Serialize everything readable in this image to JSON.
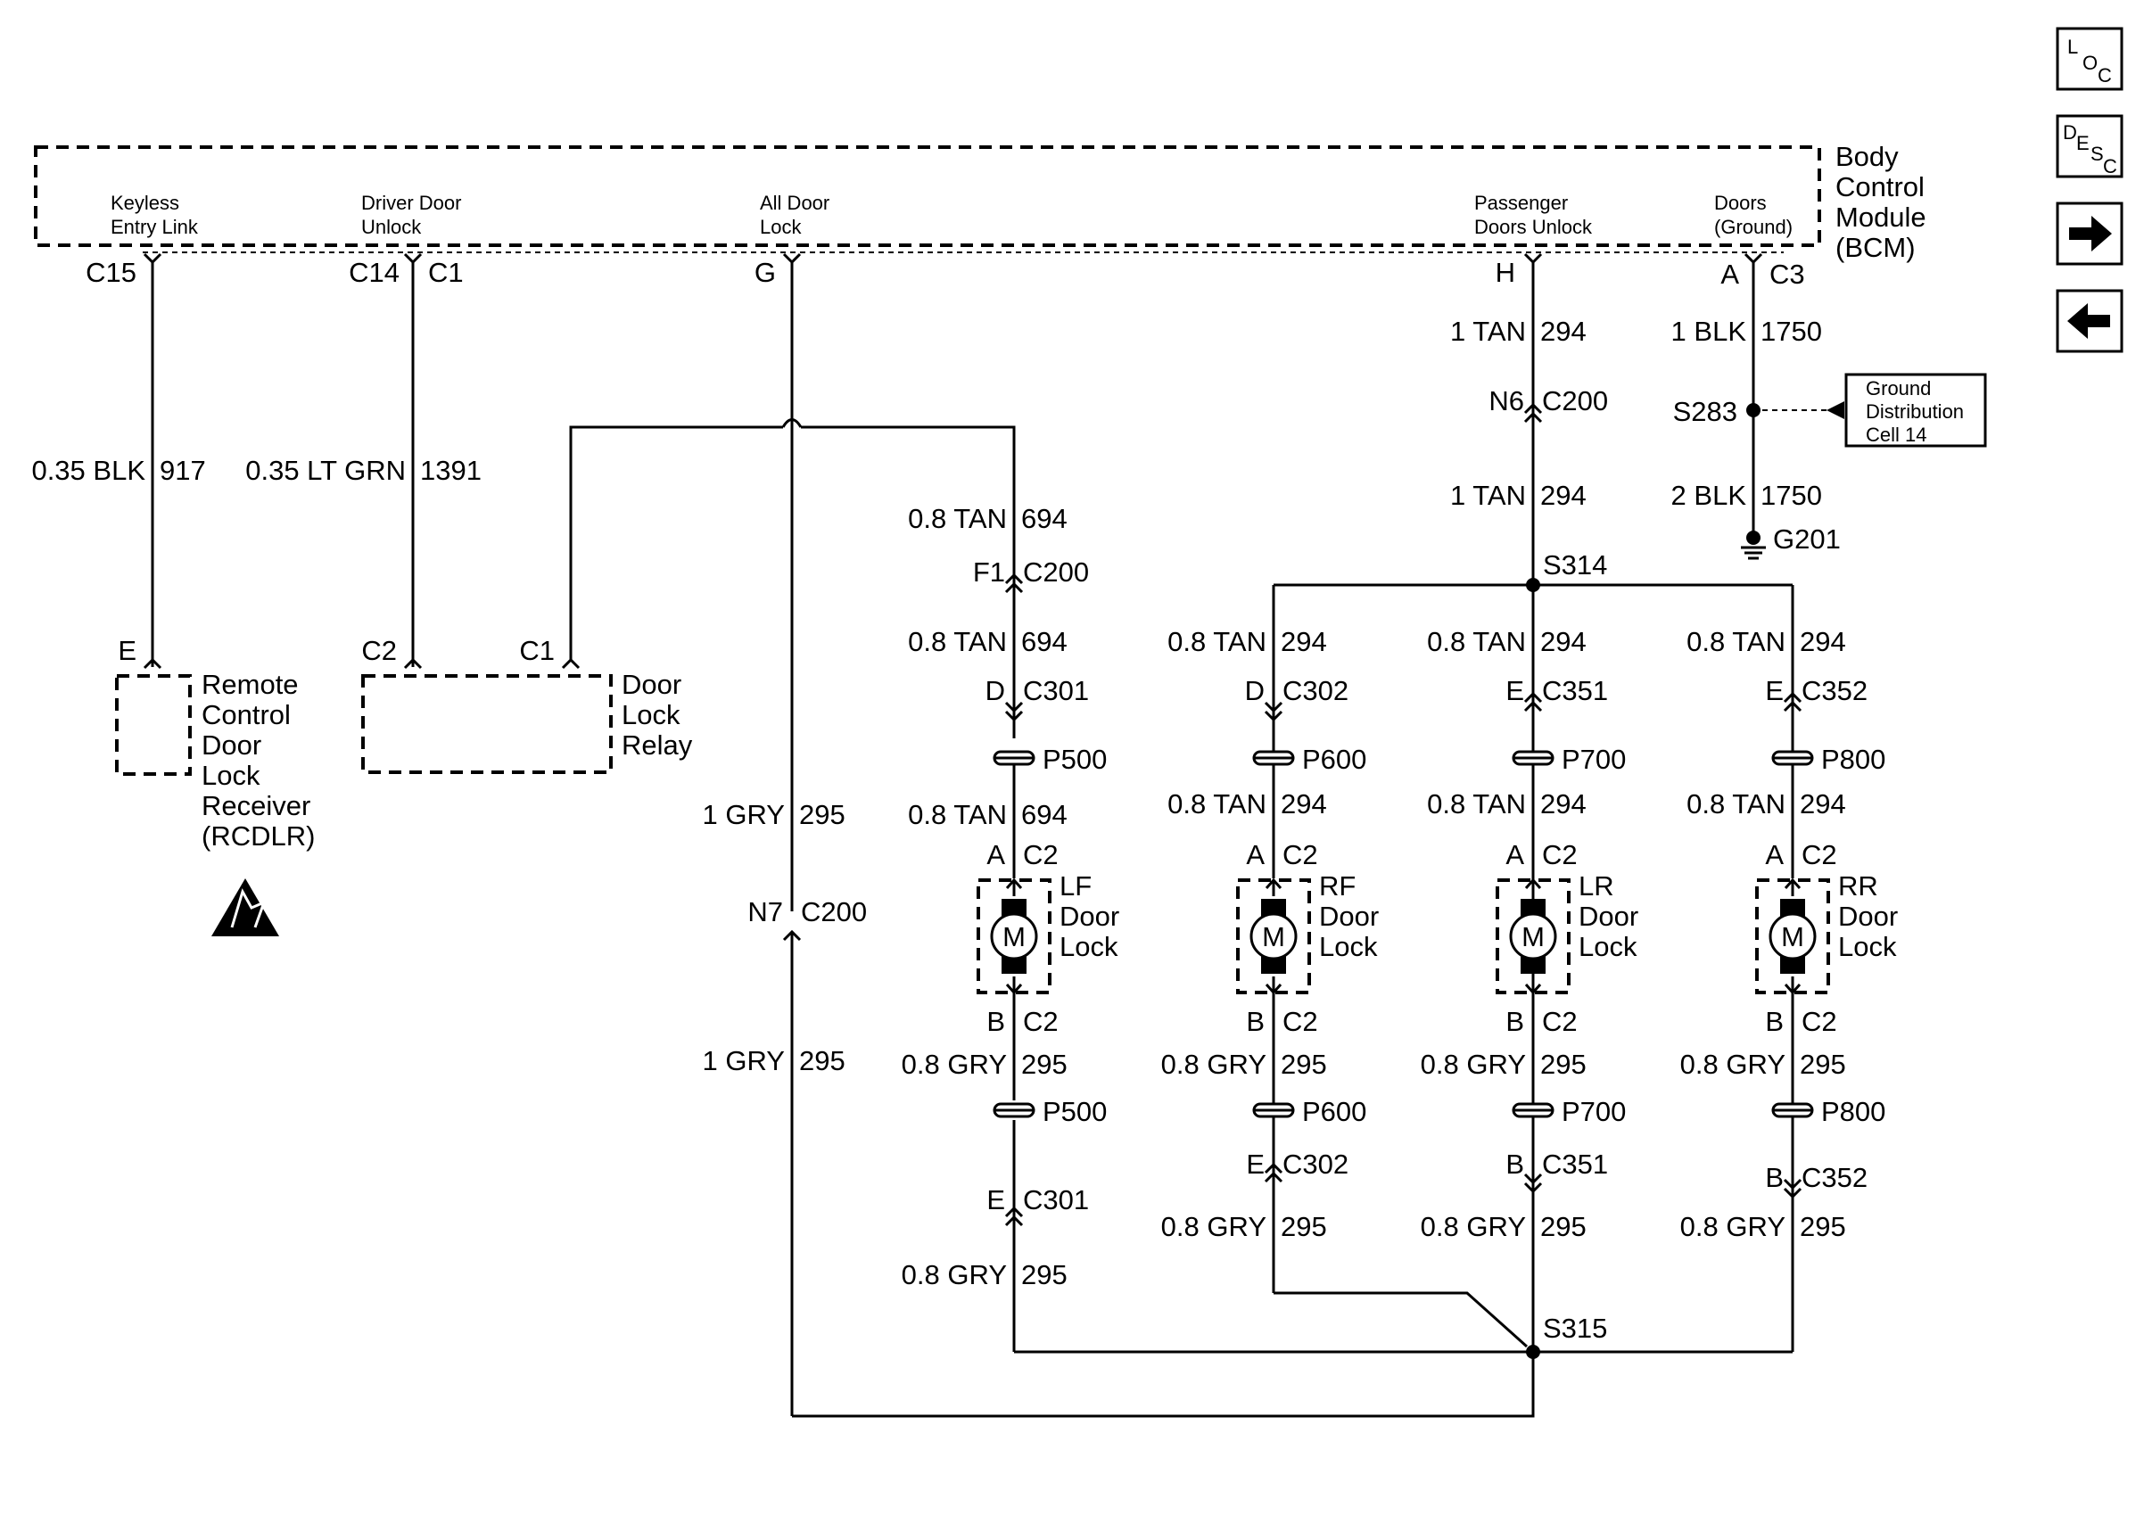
{
  "module": {
    "name_lines": [
      "Body",
      "Control",
      "Module",
      "(BCM)"
    ],
    "ports": {
      "keyless": [
        "Keyless",
        "Entry Link"
      ],
      "driver_unlock": [
        "Driver Door",
        "Unlock"
      ],
      "all_lock": [
        "All Door",
        "Lock"
      ],
      "passenger_unlock": [
        "Passenger",
        "Doors Unlock"
      ],
      "ground": [
        "Doors",
        "(Ground)"
      ]
    }
  },
  "nav": {
    "loc": {
      "main": "L",
      "sub": [
        "O",
        "C"
      ]
    },
    "desc": {
      "main": "D",
      "sub": [
        "E",
        "S",
        "C"
      ]
    },
    "next_icon": "arrow-right-icon",
    "prev_icon": "arrow-left-icon"
  },
  "components": {
    "rcdlr": {
      "lines": [
        "Remote",
        "Control",
        "Door",
        "Lock",
        "Receiver",
        "(RCDLR)"
      ],
      "pin": "E"
    },
    "relay": {
      "lines": [
        "Door",
        "Lock",
        "Relay"
      ],
      "pins": [
        "C2",
        "C1"
      ]
    },
    "ground_ref": [
      "Ground",
      "Distribution",
      "Cell 14"
    ],
    "esd_icon": "esd-warning-icon",
    "motors": [
      {
        "id": "lf",
        "letter": "M",
        "lines": [
          "LF",
          "Door",
          "Lock"
        ]
      },
      {
        "id": "rf",
        "letter": "M",
        "lines": [
          "RF",
          "Door",
          "Lock"
        ]
      },
      {
        "id": "lr",
        "letter": "M",
        "lines": [
          "LR",
          "Door",
          "Lock"
        ]
      },
      {
        "id": "rr",
        "letter": "M",
        "lines": [
          "RR",
          "Door",
          "Lock"
        ]
      }
    ]
  },
  "labels": {
    "c15": "C15",
    "c14": "C14",
    "c1": "C1",
    "g": "G",
    "h": "H",
    "a": "A",
    "c3": "C3",
    "keyless_wire": [
      "0.35 BLK",
      "917"
    ],
    "driver_wire": [
      "0.35 LT GRN",
      "1391"
    ],
    "h_wire1": [
      "1 TAN",
      "294"
    ],
    "n6": "N6",
    "c200_n6": "C200",
    "h_wire2": [
      "1 TAN",
      "294"
    ],
    "gnd_wire1": [
      "1 BLK",
      "1750"
    ],
    "s283": "S283",
    "gnd_wire2": [
      "2 BLK",
      "1750"
    ],
    "g201": "G201",
    "s314": "S314",
    "s315": "S315",
    "lf_a": [
      "0.8 TAN",
      "694"
    ],
    "f1": "F1",
    "c200_f1": "C200",
    "lf_b": [
      "0.8 TAN",
      "694"
    ],
    "lf_d": "D",
    "c301_top": "C301",
    "p500_top": "P500",
    "lf_c": [
      "0.8 TAN",
      "694"
    ],
    "lf_pinA": "A",
    "lf_c2_top": "C2",
    "lf_pinB": "B",
    "lf_c2_bot": "C2",
    "lf_d2": [
      "0.8 GRY",
      "295"
    ],
    "p500_bot": "P500",
    "lf_e": "E",
    "c301_bot": "C301",
    "lf_e2": [
      "0.8 GRY",
      "295"
    ],
    "gry1": [
      "1 GRY",
      "295"
    ],
    "n7": "N7",
    "c200_n7": "C200",
    "gry2": [
      "1 GRY",
      "295"
    ],
    "rf_a": [
      "0.8 TAN",
      "294"
    ],
    "rf_d": "D",
    "c302_top": "C302",
    "p600_top": "P600",
    "rf_c": [
      "0.8 TAN",
      "294"
    ],
    "rf_pinA": "A",
    "rf_c2_top": "C2",
    "rf_pinB": "B",
    "rf_c2_bot": "C2",
    "rf_d2": [
      "0.8 GRY",
      "295"
    ],
    "p600_bot": "P600",
    "rf_e": "E",
    "c302_bot": "C302",
    "rf_e2": [
      "0.8 GRY",
      "295"
    ],
    "lr_a": [
      "0.8 TAN",
      "294"
    ],
    "lr_e": "E",
    "c351_top": "C351",
    "p700_top": "P700",
    "lr_c": [
      "0.8 TAN",
      "294"
    ],
    "lr_pinA": "A",
    "lr_c2_top": "C2",
    "lr_pinB": "B",
    "lr_c2_bot": "C2",
    "lr_d2": [
      "0.8 GRY",
      "295"
    ],
    "p700_bot": "P700",
    "lr_b": "B",
    "c351_bot": "C351",
    "lr_e2": [
      "0.8 GRY",
      "295"
    ],
    "rr_a": [
      "0.8 TAN",
      "294"
    ],
    "rr_e": "E",
    "c352_top": "C352",
    "p800_top": "P800",
    "rr_c": [
      "0.8 TAN",
      "294"
    ],
    "rr_pinA": "A",
    "rr_c2_top": "C2",
    "rr_pinB": "B",
    "rr_c2_bot": "C2",
    "rr_d2": [
      "0.8 GRY",
      "295"
    ],
    "p800_bot": "P800",
    "rr_b": "B",
    "c352_bot": "C352",
    "rr_e2": [
      "0.8 GRY",
      "295"
    ]
  }
}
